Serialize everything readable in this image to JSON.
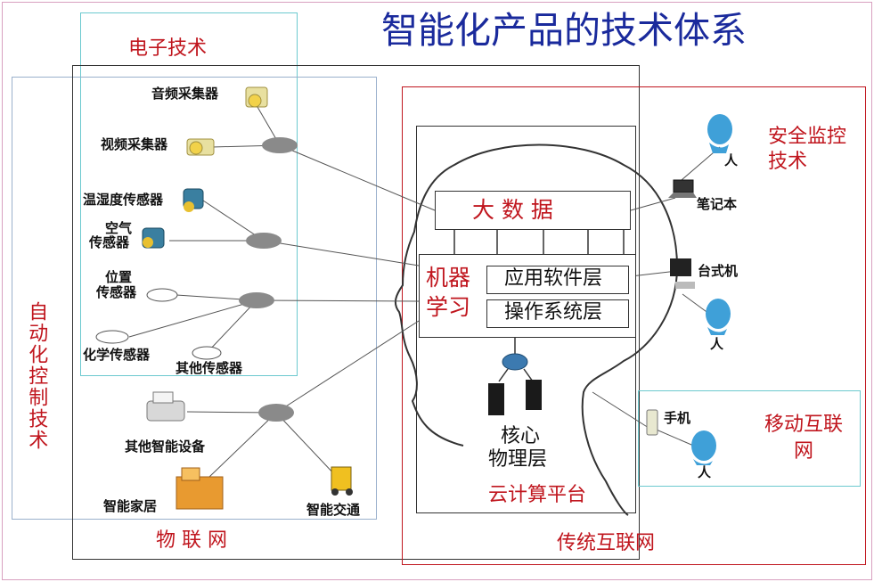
{
  "title": "智能化产品的技术体系",
  "frames": {
    "electronic_tech": "电子技术",
    "automation_control": "自动化控制技术",
    "iot": "物 联 网",
    "traditional_internet": "传统互联网",
    "security_monitoring": "安全监控技术",
    "mobile_internet": "移动互联网"
  },
  "sensors": {
    "audio": "音频采集器",
    "video": "视频采集器",
    "temp_humidity": "温湿度传感器",
    "air_line1": "空气",
    "air_line2": "传感器",
    "position_line1": "位置",
    "position_line2": "传感器",
    "chemical": "化学传感器",
    "other": "其他传感器"
  },
  "devices": {
    "other_smart": "其他智能设备",
    "smart_home": "智能家居",
    "smart_traffic": "智能交通"
  },
  "brain": {
    "big_data": "大 数 据",
    "ml_line1": "机器",
    "ml_line2": "学习",
    "app_layer": "应用软件层",
    "os_layer": "操作系统层",
    "core_line1": "核心",
    "core_line2": "物理层",
    "cloud": "云计算平台"
  },
  "right": {
    "person1": "人",
    "laptop": "笔记本",
    "desktop": "台式机",
    "person2": "人",
    "phone": "手机",
    "person3": "人"
  },
  "colors": {
    "red": "#c0161e",
    "blue": "#1a2a9c",
    "cyan_frame": "#5ec8cc",
    "node": "#8a8a8a"
  }
}
